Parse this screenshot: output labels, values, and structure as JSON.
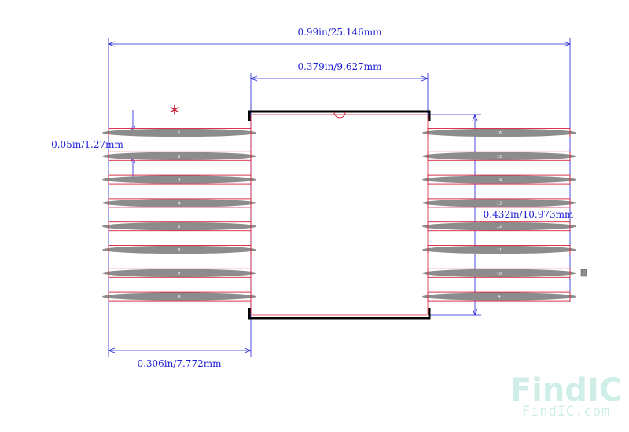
{
  "dimensions": {
    "overall_width": "0.99in/25.146mm",
    "body_width": "0.379in/9.627mm",
    "pitch": "0.05in/1.27mm",
    "body_length": "0.432in/10.973mm",
    "lead_span": "0.306in/7.772mm"
  },
  "pin1_marker": "*",
  "left_pins": [
    "1",
    "2",
    "3",
    "4",
    "5",
    "6",
    "7",
    "8"
  ],
  "right_pins": [
    "16",
    "15",
    "14",
    "13",
    "12",
    "11",
    "10",
    "9"
  ],
  "watermark": {
    "logo": "FindIC",
    "site": "FindIC.com"
  },
  "colors": {
    "dimension": "#1f1fd6",
    "pad_outline": "#d6203a",
    "lead": "#8c8c8c",
    "body_outline": "#000000",
    "marker": "#c8102e"
  }
}
